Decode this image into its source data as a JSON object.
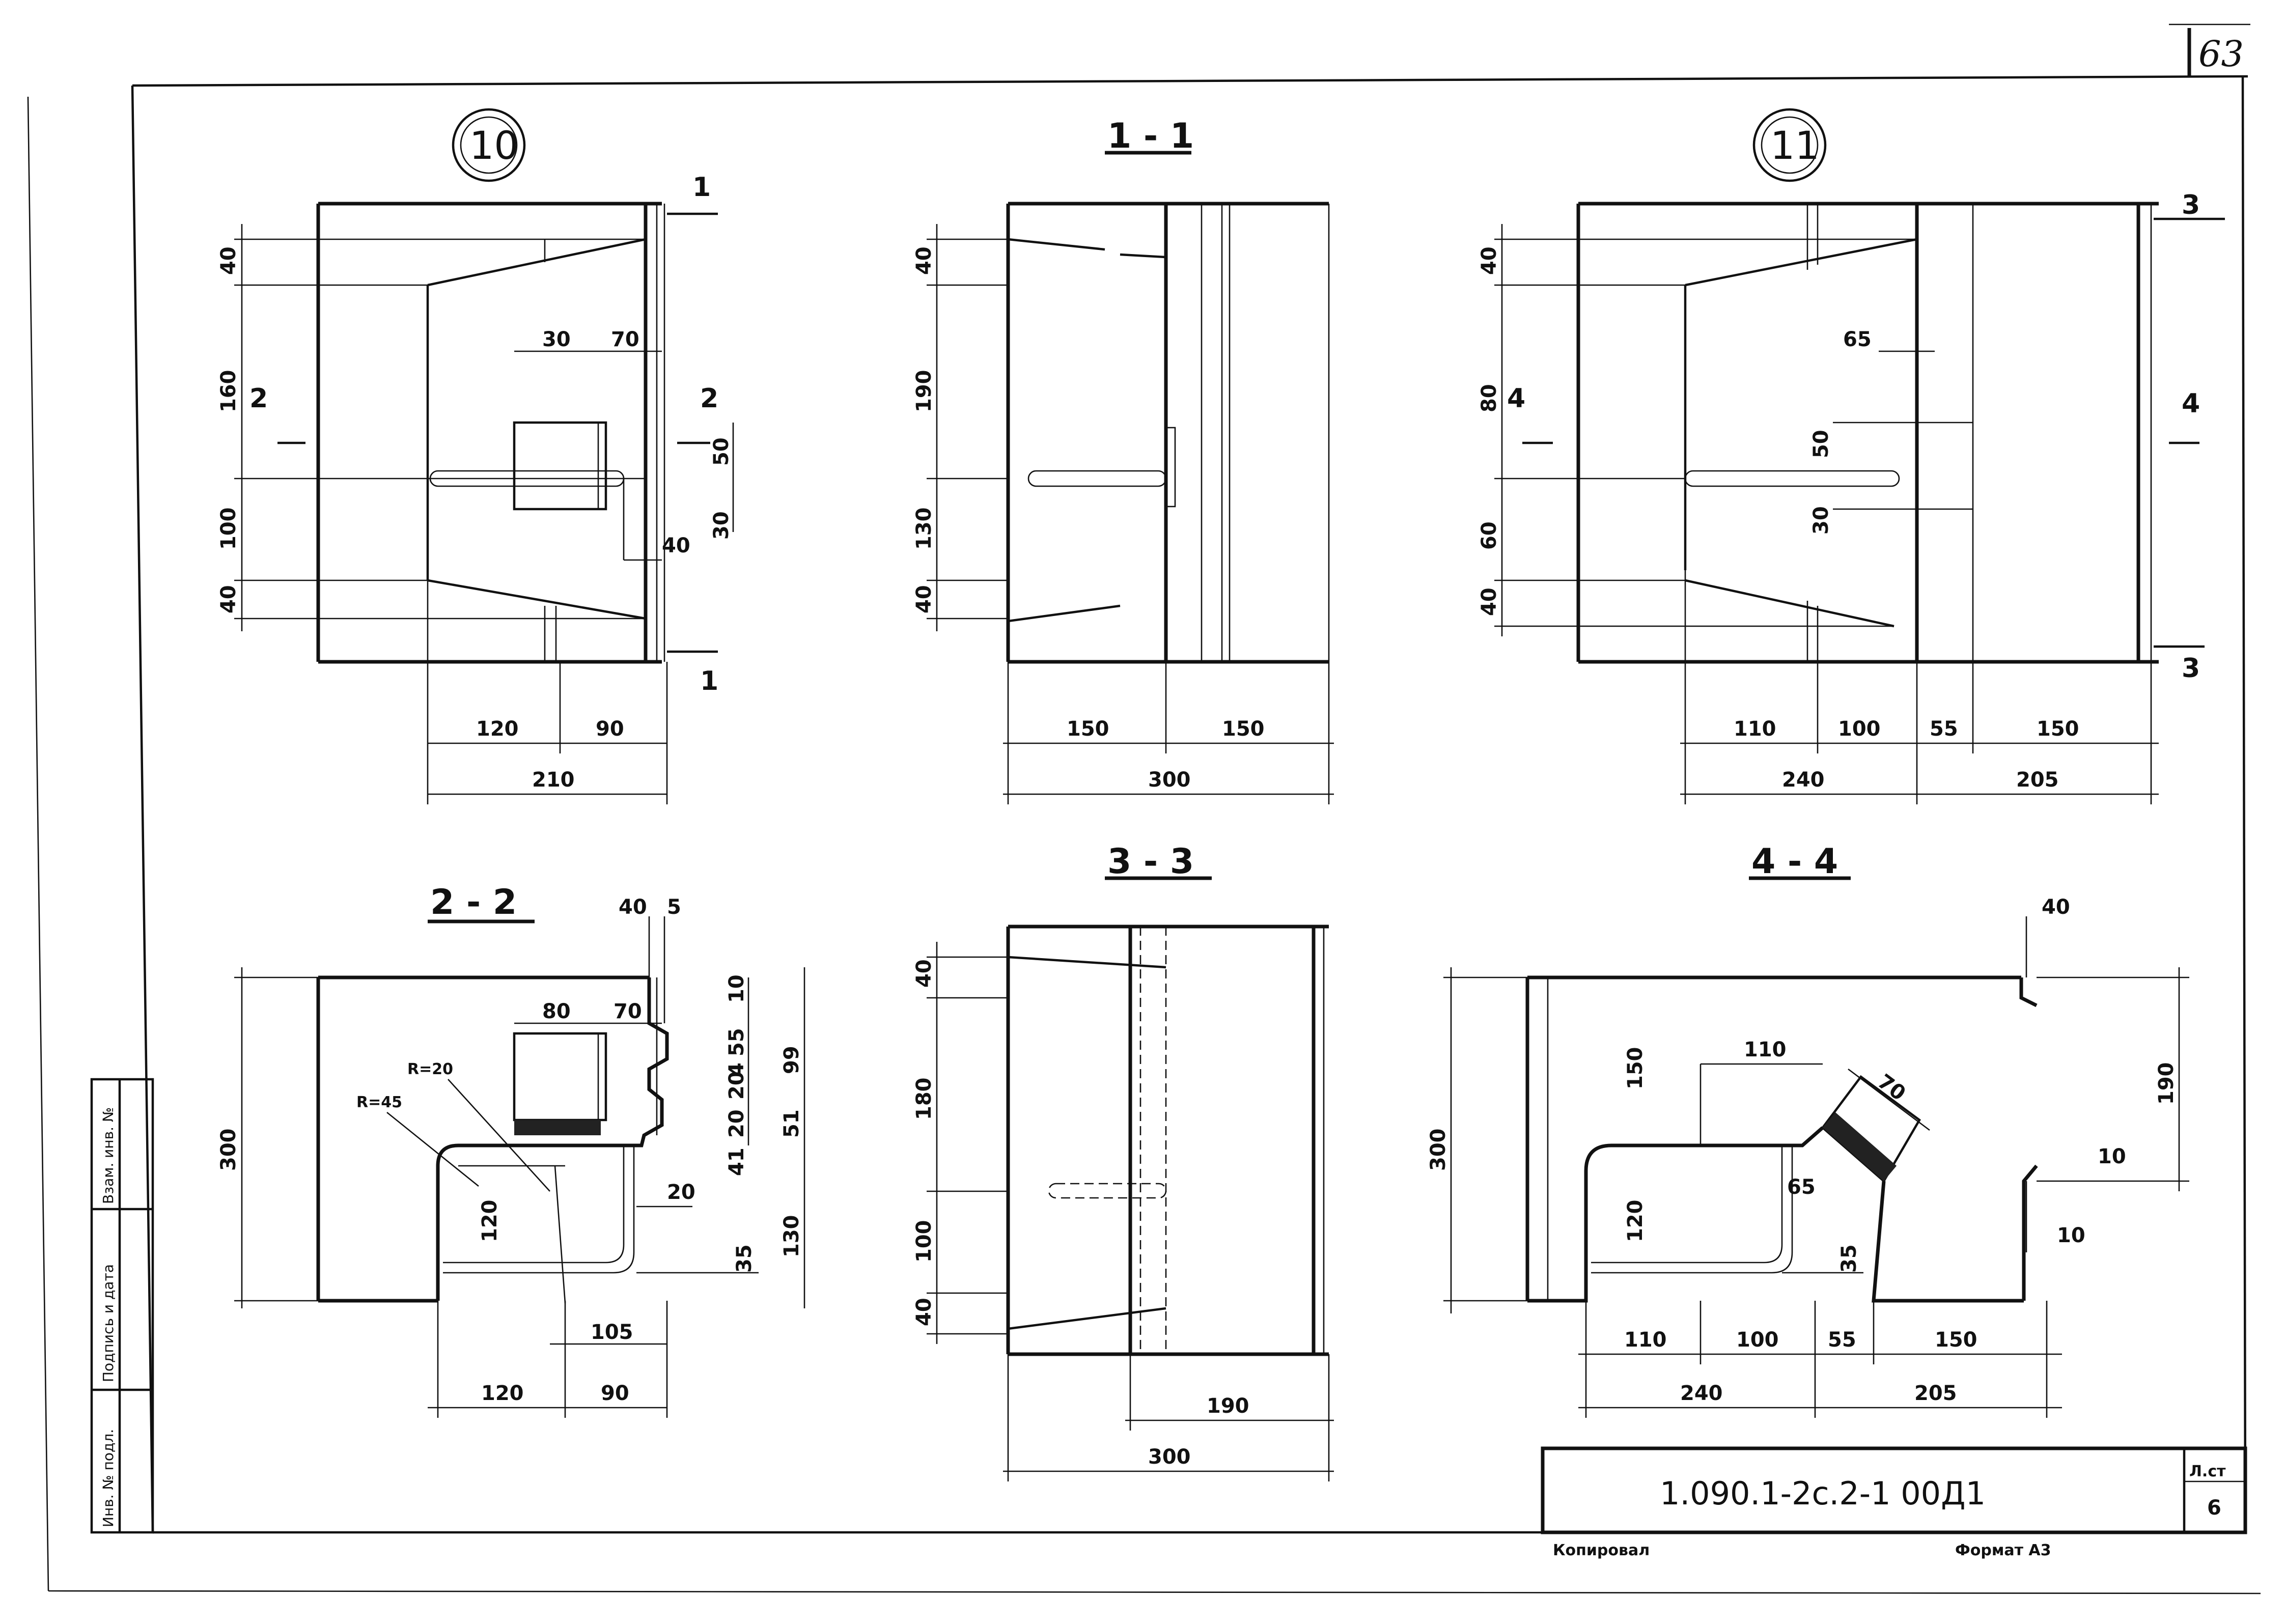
{
  "page_number": "63",
  "sheet_code": "1.090.1-2с.2-1  00Д1",
  "sheet_label": "Л.ст",
  "sheet_number": "6",
  "footer_copied": "Копировал",
  "footer_format": "Формат А3",
  "side_stamp": [
    "Инв. № подл.",
    "Подпись и дата",
    "Взам. инв. №"
  ],
  "views": {
    "v1": {
      "marker": "10",
      "dims": [
        "40",
        "160",
        "100",
        "40",
        "30",
        "70",
        "50",
        "30",
        "40",
        "120",
        "90",
        "210"
      ],
      "cut_labels": [
        "1",
        "1",
        "2",
        "2"
      ]
    },
    "s11": {
      "title": "1 - 1",
      "dims": [
        "40",
        "190",
        "130",
        "40",
        "150",
        "150",
        "300"
      ]
    },
    "v2": {
      "marker": "11",
      "dims": [
        "40",
        "80",
        "50",
        "30",
        "60",
        "40",
        "65",
        "110",
        "100",
        "55",
        "150",
        "240",
        "205"
      ],
      "cut_labels": [
        "3",
        "3",
        "4",
        "4"
      ]
    },
    "s22": {
      "title": "2 - 2",
      "dims": [
        "40",
        "5",
        "10",
        "55",
        "4",
        "20",
        "99",
        "20",
        "51",
        "41",
        "300",
        "80",
        "70",
        "R=20",
        "R=45",
        "120",
        "20",
        "35",
        "130",
        "105",
        "120",
        "90"
      ]
    },
    "s33": {
      "title": "3 - 3",
      "dims": [
        "40",
        "180",
        "100",
        "40",
        "190",
        "300"
      ]
    },
    "s44": {
      "title": "4 - 4",
      "dims": [
        "40",
        "150",
        "110",
        "70",
        "300",
        "120",
        "65",
        "35",
        "190",
        "10",
        "10",
        "110",
        "100",
        "55",
        "150",
        "240",
        "205"
      ]
    }
  }
}
